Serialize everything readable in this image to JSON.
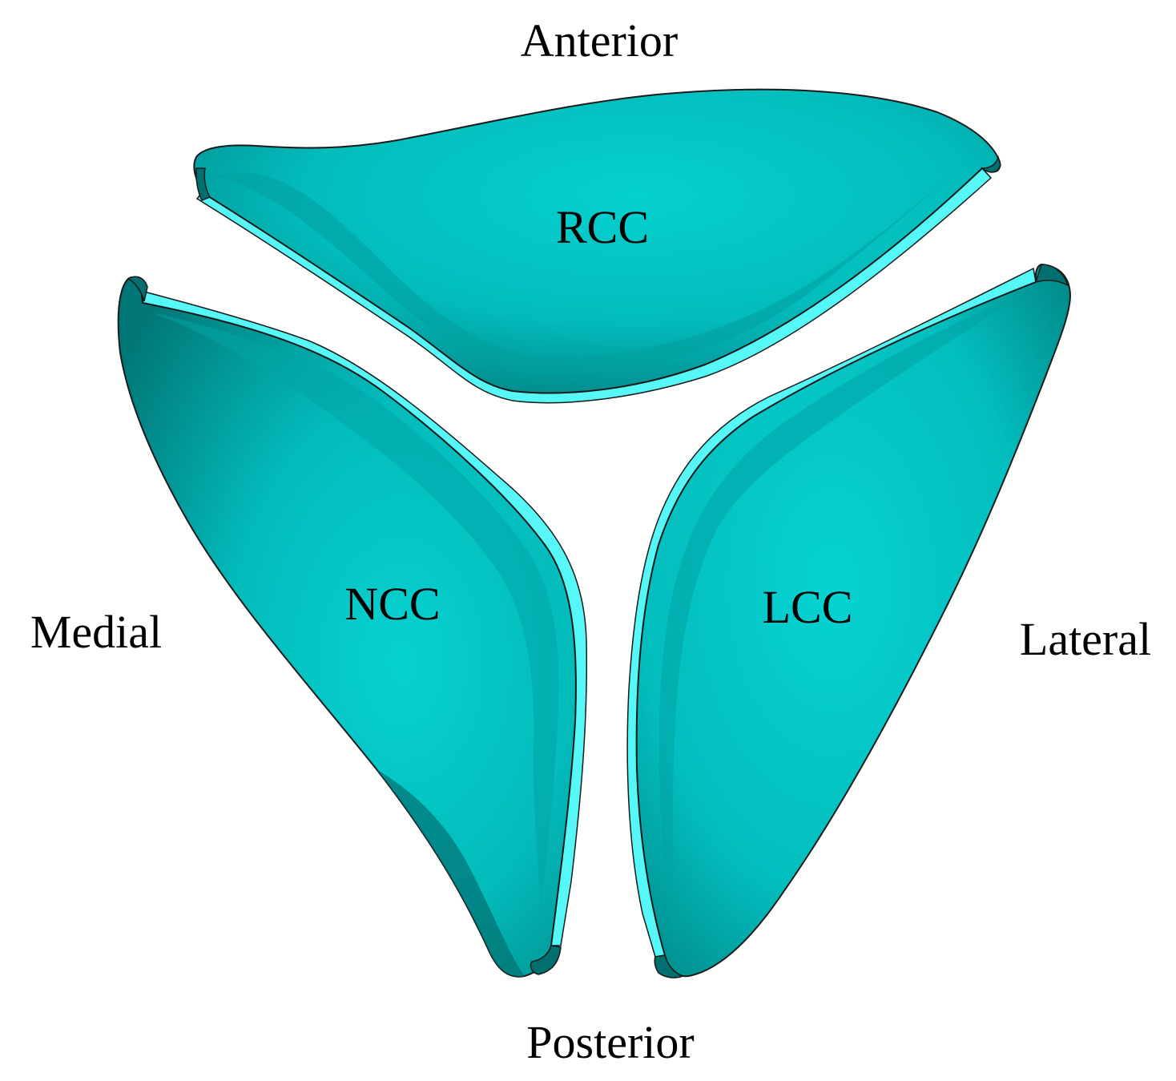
{
  "directions": {
    "anterior": "Anterior",
    "posterior": "Posterior",
    "medial": "Medial",
    "lateral": "Lateral"
  },
  "cusps": {
    "right": "RCC",
    "non": "NCC",
    "left": "LCC"
  },
  "colors": {
    "leaflet_body": "#03c4c4",
    "leaflet_shadow": "#016f6f",
    "leaflet_edge": "#55f7f7",
    "outline": "#1a1a1a",
    "background": "#ffffff"
  }
}
